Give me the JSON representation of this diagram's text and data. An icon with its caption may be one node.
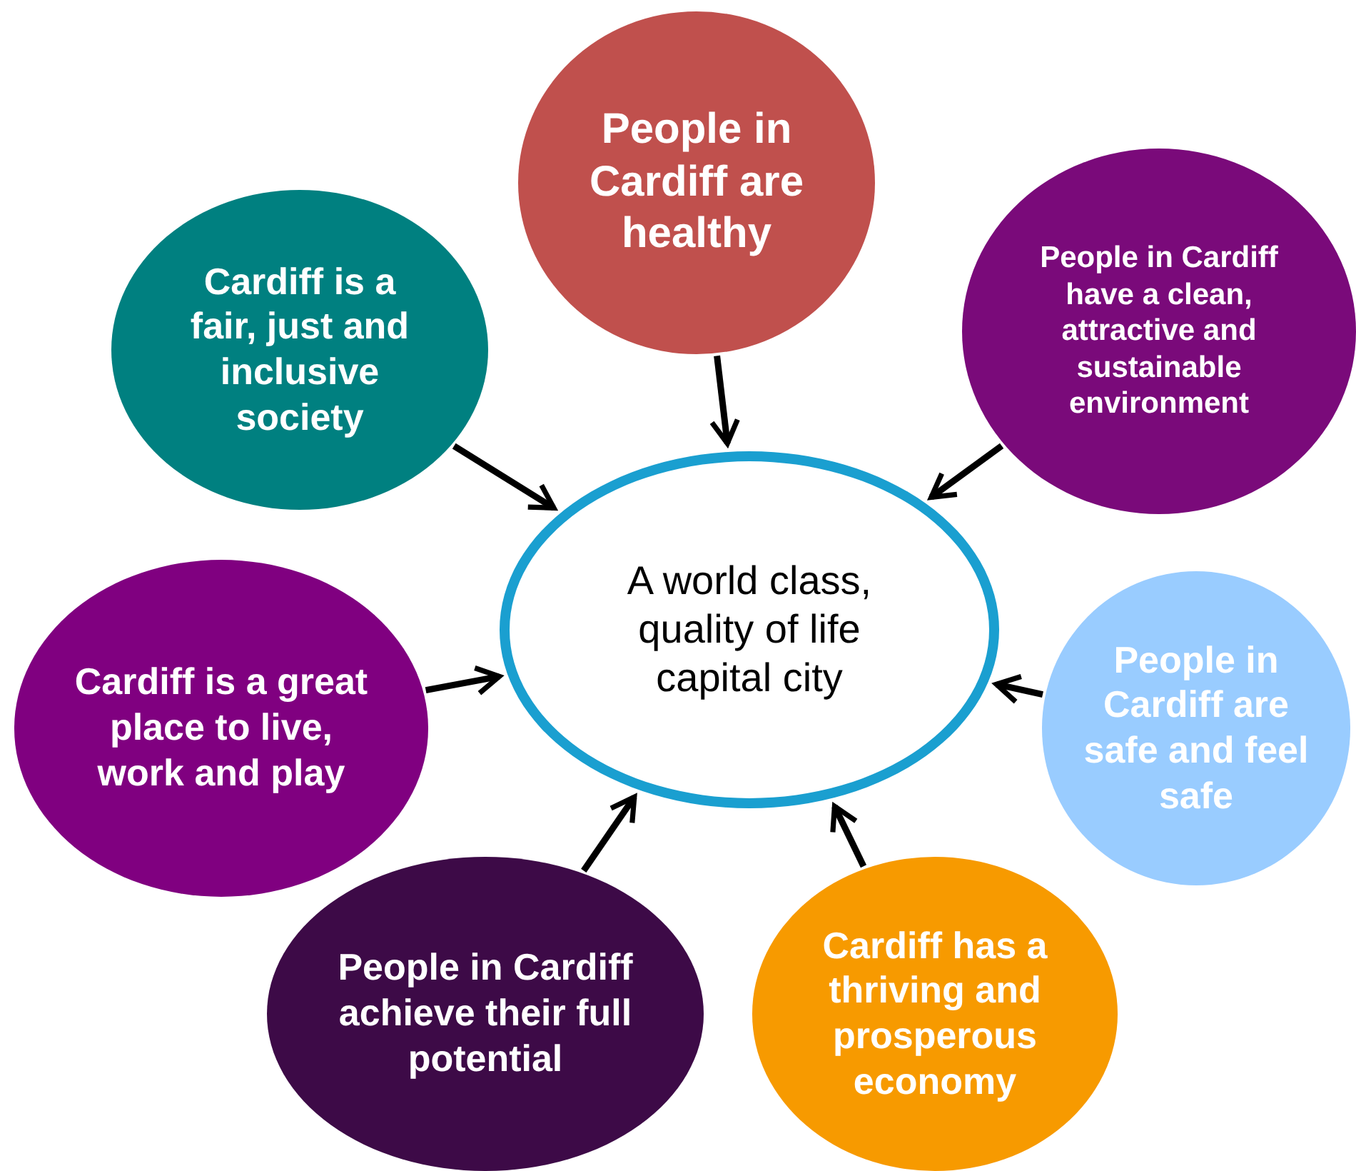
{
  "diagram": {
    "nodes": [
      {
        "text": [
          "People in Cardiff are healthy"
        ]
      },
      {
        "text": [
          "Cardiff is a fair, just and inclusive society"
        ]
      },
      {
        "text": [
          "People in Cardiff have a clean, attractive and sustainable environment"
        ]
      },
      {
        "text": [
          "A world class, quality of life capital city"
        ]
      },
      {
        "text": [
          "Cardiff is a great place to live, work and play"
        ]
      },
      {
        "text": [
          "People in Cardiff are safe and feel safe"
        ]
      },
      {
        "text": [
          "People in Cardiff achieve their full potential"
        ]
      },
      {
        "text": [
          "Cardiff has a thriving and prosperous economy"
        ]
      }
    ],
    "edges": [
      {
        "from": 0,
        "to": 3,
        "arrow": "to"
      },
      {
        "from": 1,
        "to": 3,
        "arrow": "to"
      },
      {
        "from": 2,
        "to": 3,
        "arrow": "to"
      },
      {
        "from": 4,
        "to": 3,
        "arrow": "to"
      },
      {
        "from": 5,
        "to": 3,
        "arrow": "to"
      },
      {
        "from": 6,
        "to": 3,
        "arrow": "to"
      },
      {
        "from": 7,
        "to": 3,
        "arrow": "to"
      }
    ]
  }
}
